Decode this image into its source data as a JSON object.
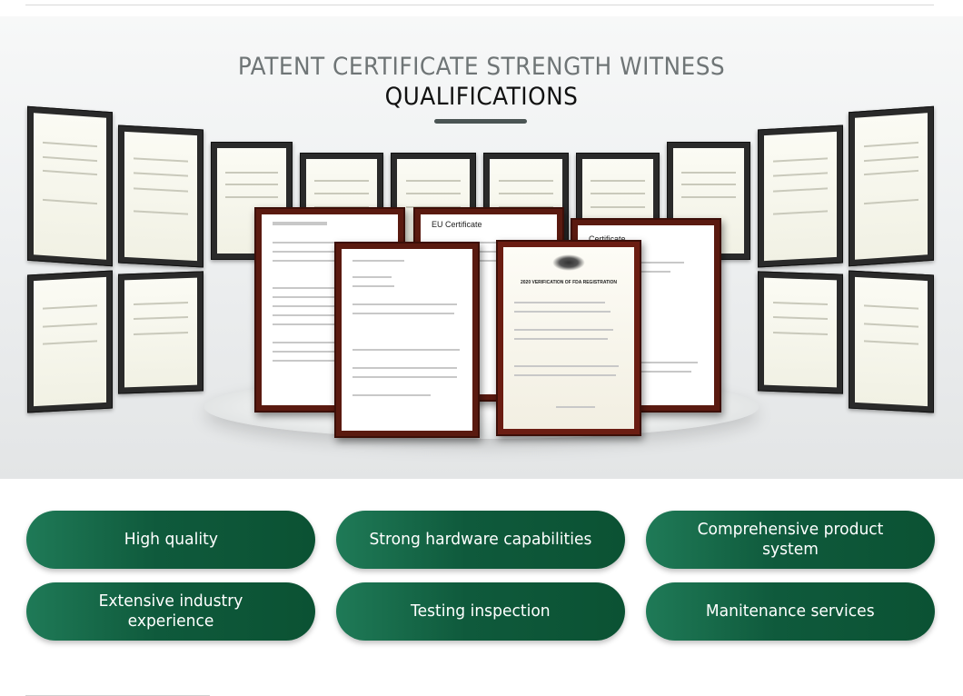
{
  "hero": {
    "title": "PATENT CERTIFICATE STRENGTH WITNESS",
    "subtitle": "QUALIFICATIONS"
  },
  "certificates": {
    "eu_label": "EU Certificate",
    "cert_label": "Certificate",
    "fda_label": "2020 VERIFICATION OF FDA REGISTRATION"
  },
  "features": [
    {
      "label": "High quality"
    },
    {
      "label": "Strong hardware capabilities"
    },
    {
      "label": "Comprehensive product system"
    },
    {
      "label": "Extensive industry experience"
    },
    {
      "label": "Testing inspection"
    },
    {
      "label": "Manitenance services"
    }
  ],
  "colors": {
    "accent_green": "#0f5a3c",
    "frame_brown": "#5a1a10",
    "title_gray": "#6f7576"
  }
}
